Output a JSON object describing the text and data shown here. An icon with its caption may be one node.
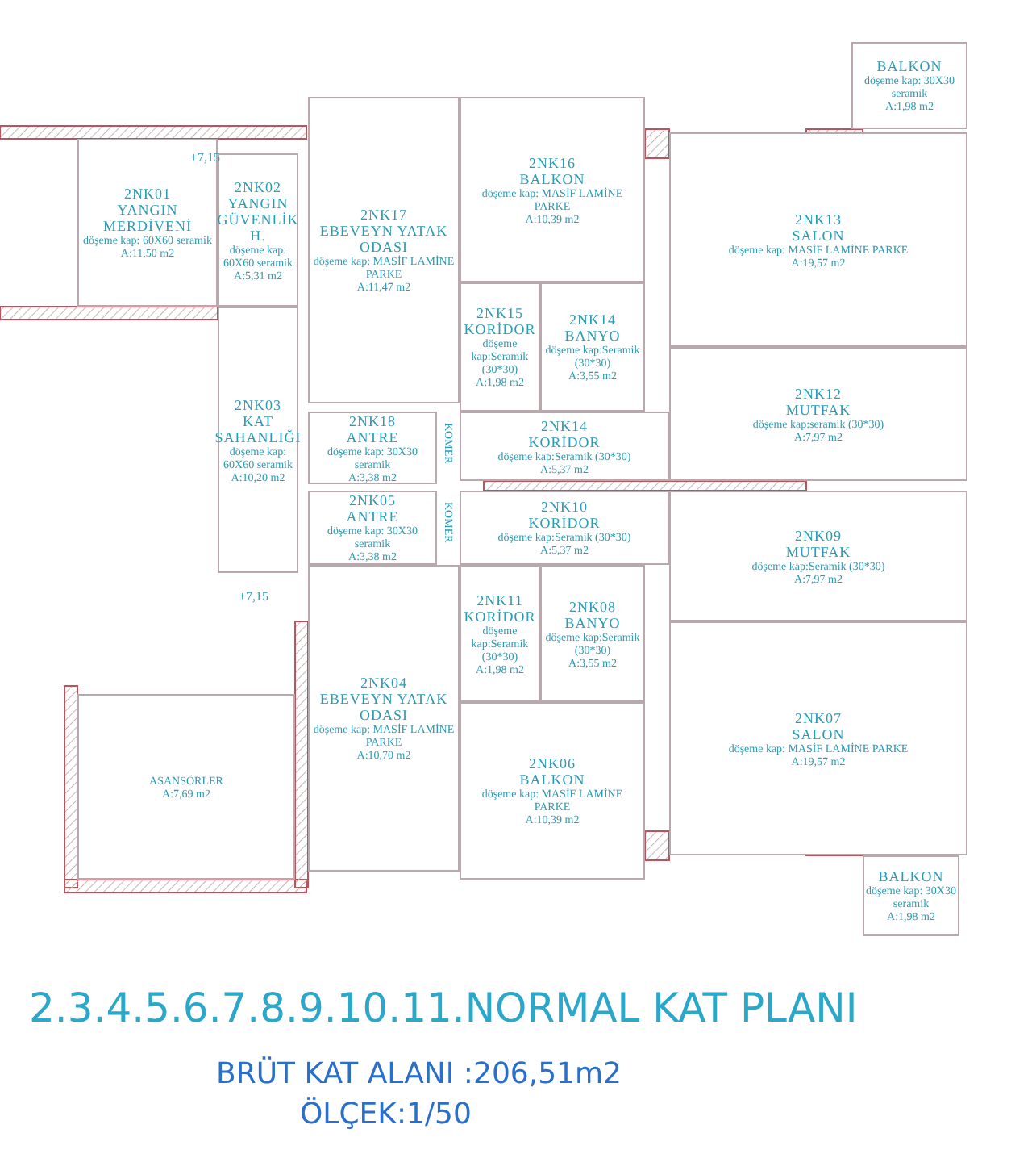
{
  "diagram": {
    "title": "2.3.4.5.6.7.8.9.10.11.NORMAL KAT PLANI",
    "nodes": [
      {
        "text": [
          "2NK01",
          "YANGIN MERDİVENİ",
          "döşeme kap: 60X60 seramik",
          "A:11,50 m2"
        ]
      },
      {
        "text": [
          "2NK02",
          "YANGIN GÜVENLİK H.",
          "döşeme kap: 60X60 seramik",
          "A:5,31 m2"
        ]
      },
      {
        "text": [
          "2NK17",
          "EBEVEYN YATAK ODASI",
          "döşeme kap: MASİF LAMİNE PARKE",
          "A:11,47 m2"
        ]
      },
      {
        "text": [
          "2NK16",
          "BALKON",
          "döşeme kap: MASİF LAMİNE PARKE",
          "A:10,39 m2"
        ]
      },
      {
        "text": [
          "BALKON",
          "döşeme kap: 30X30 seramik",
          "A:1,98 m2"
        ]
      },
      {
        "text": [
          "2NK13",
          "SALON",
          "döşeme kap: MASİF LAMİNE PARKE",
          "A:19,57 m2"
        ]
      },
      {
        "text": [
          "2NK15",
          "KORİDOR",
          "döşeme kap:Seramik (30*30)",
          "A:1,98 m2"
        ]
      },
      {
        "text": [
          "2NK14",
          "BANYO",
          "döşeme kap:Seramik (30*30)",
          "A:3,55 m2"
        ]
      },
      {
        "text": [
          "2NK12",
          "MUTFAK",
          "döşeme kap:seramik (30*30)",
          "A:7,97 m2"
        ]
      },
      {
        "text": [
          "2NK18",
          "ANTRE",
          "döşeme kap: 30X30 seramik",
          "A:3,38 m2"
        ]
      },
      {
        "text": [
          "2NK14",
          "KORİDOR",
          "döşeme kap:Seramik (30*30)",
          "A:5,37 m2"
        ]
      },
      {
        "text": [
          "2NK03",
          "KAT SAHANLIĞI",
          "döşeme kap: 60X60 seramik",
          "A:10,20 m2"
        ]
      },
      {
        "text": [
          "2NK05",
          "ANTRE",
          "döşeme kap: 30X30 seramik",
          "A:3,38 m2"
        ]
      },
      {
        "text": [
          "2NK10",
          "KORİDOR",
          "döşeme kap:Seramik (30*30)",
          "A:5,37 m2"
        ]
      },
      {
        "text": [
          "2NK09",
          "MUTFAK",
          "döşeme kap:Seramik (30*30)",
          "A:7,97 m2"
        ]
      },
      {
        "text": [
          "2NK11",
          "KORİDOR",
          "döşeme kap:Seramik (30*30)",
          "A:1,98 m2"
        ]
      },
      {
        "text": [
          "2NK08",
          "BANYO",
          "döşeme kap:Seramik (30*30)",
          "A:3,55 m2"
        ]
      },
      {
        "text": [
          "2NK04",
          "EBEVEYN YATAK ODASI",
          "döşeme kap: MASİF LAMİNE PARKE",
          "A:10,70 m2"
        ]
      },
      {
        "text": [
          "2NK06",
          "BALKON",
          "döşeme kap: MASİF LAMİNE PARKE",
          "A:10,39 m2"
        ]
      },
      {
        "text": [
          "2NK07",
          "SALON",
          "döşeme kap: MASİF LAMİNE PARKE",
          "A:19,57 m2"
        ]
      },
      {
        "text": [
          "ASANSÖRLER",
          "A:7,69 m2"
        ]
      },
      {
        "text": [
          "BALKON",
          "döşeme kap: 30X30 seramik",
          "A:1,98 m2"
        ]
      }
    ],
    "labels": [
      "+7,15",
      "KOMER",
      "KOMER",
      "+7,15",
      "BRÜT KAT ALANI :206,51m2",
      "ÖLÇEK:1/50"
    ]
  }
}
